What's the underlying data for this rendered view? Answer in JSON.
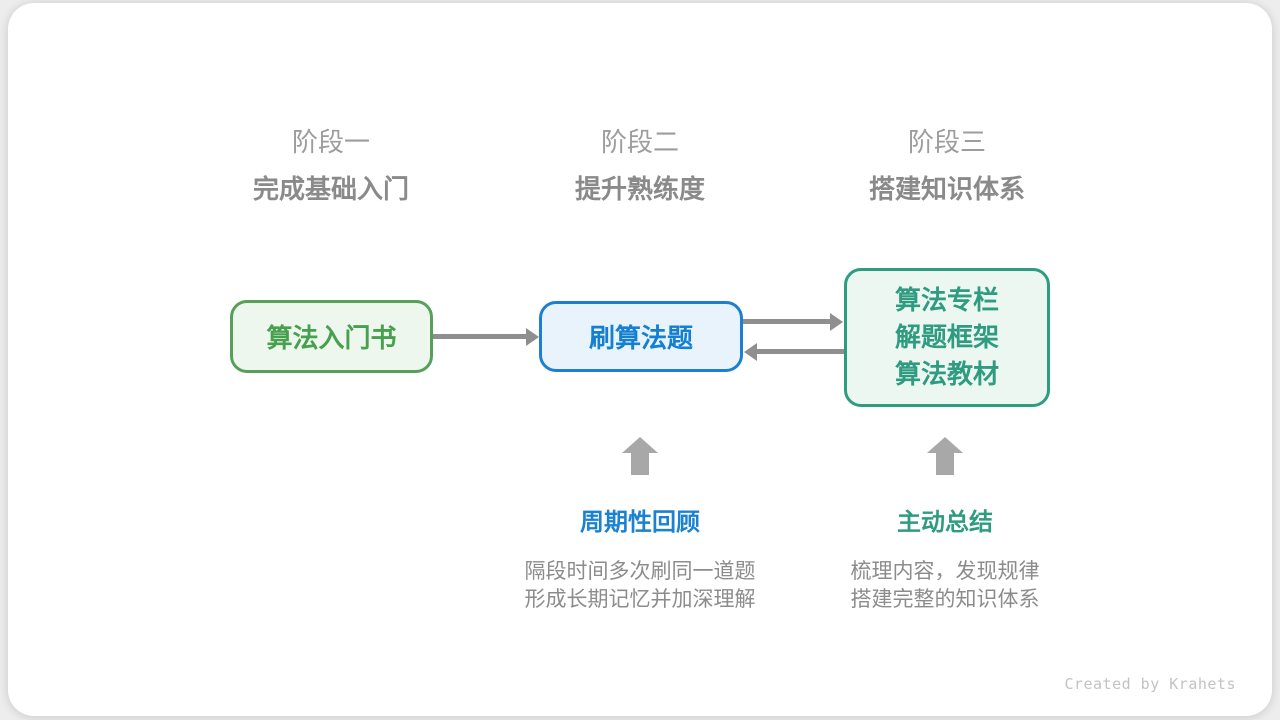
{
  "colors": {
    "page_background": "#ededed",
    "card_background": "#ffffff",
    "stage_label_gray": "#9d9d9d",
    "stage_title_gray": "#8a8a8a",
    "green_border": "#57a05a",
    "green_fill": "#eef7ee",
    "green_text": "#47a04d",
    "blue_border": "#1d7fd1",
    "blue_fill": "#e9f3fc",
    "blue_text": "#157fd1",
    "teal_border": "#2f9c81",
    "teal_fill": "#edf7f2",
    "teal_text": "#2f9c81",
    "arrow_gray": "#8f8f8f",
    "block_arrow_gray": "#a8a8a8",
    "description_gray": "#8c8c8c",
    "credit_gray": "#c3c3c3"
  },
  "stages": [
    {
      "label": "阶段一",
      "title": "完成基础入门"
    },
    {
      "label": "阶段二",
      "title": "提升熟练度"
    },
    {
      "label": "阶段三",
      "title": "搭建知识体系"
    }
  ],
  "nodes": {
    "intro_book": {
      "label": "算法入门书"
    },
    "practice": {
      "label": "刷算法题"
    },
    "resources": {
      "lines": [
        "算法专栏",
        "解题框架",
        "算法教材"
      ]
    }
  },
  "annotations": [
    {
      "title": "周期性回顾",
      "lines": [
        "隔段时间多次刷同一道题",
        "形成长期记忆并加深理解"
      ]
    },
    {
      "title": "主动总结",
      "lines": [
        "梳理内容，发现规律",
        "搭建完整的知识体系"
      ]
    }
  ],
  "credit": "Created by Krahets"
}
